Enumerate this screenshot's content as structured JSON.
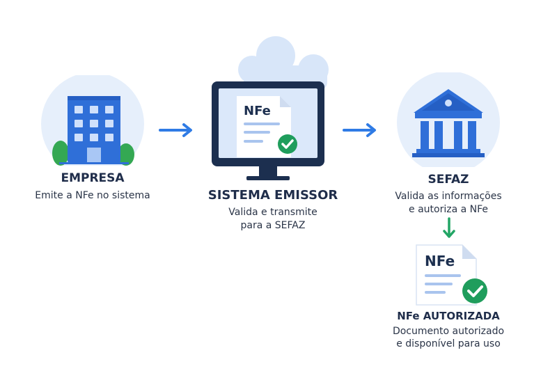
{
  "steps": [
    {
      "title": "EMPRESA",
      "description": "Emite a NFe no sistema",
      "icon": "office-building-icon"
    },
    {
      "title": "SISTEMA EMISSOR",
      "description_line1": "Valida e transmite",
      "description_line2": "para a SEFAZ",
      "icon": "computer-monitor-icon",
      "document_label": "NFe"
    },
    {
      "title": "SEFAZ",
      "description_line1": "Valida as informações",
      "description_line2": "e autoriza a NFe",
      "icon": "government-building-icon"
    },
    {
      "title": "NFe AUTORIZADA",
      "description_line1": "Documento autorizado",
      "description_line2": "e disponível para uso",
      "icon": "authorized-document-icon",
      "document_label": "NFe"
    }
  ],
  "colors": {
    "primary_blue": "#2f6fd8",
    "arrow_blue": "#2f7be5",
    "arrow_green": "#22a565",
    "check_green": "#1f9d5c",
    "circle_bg": "#e6effb",
    "dark_navy": "#1c2f4f",
    "title_text": "#1f2d4a"
  }
}
